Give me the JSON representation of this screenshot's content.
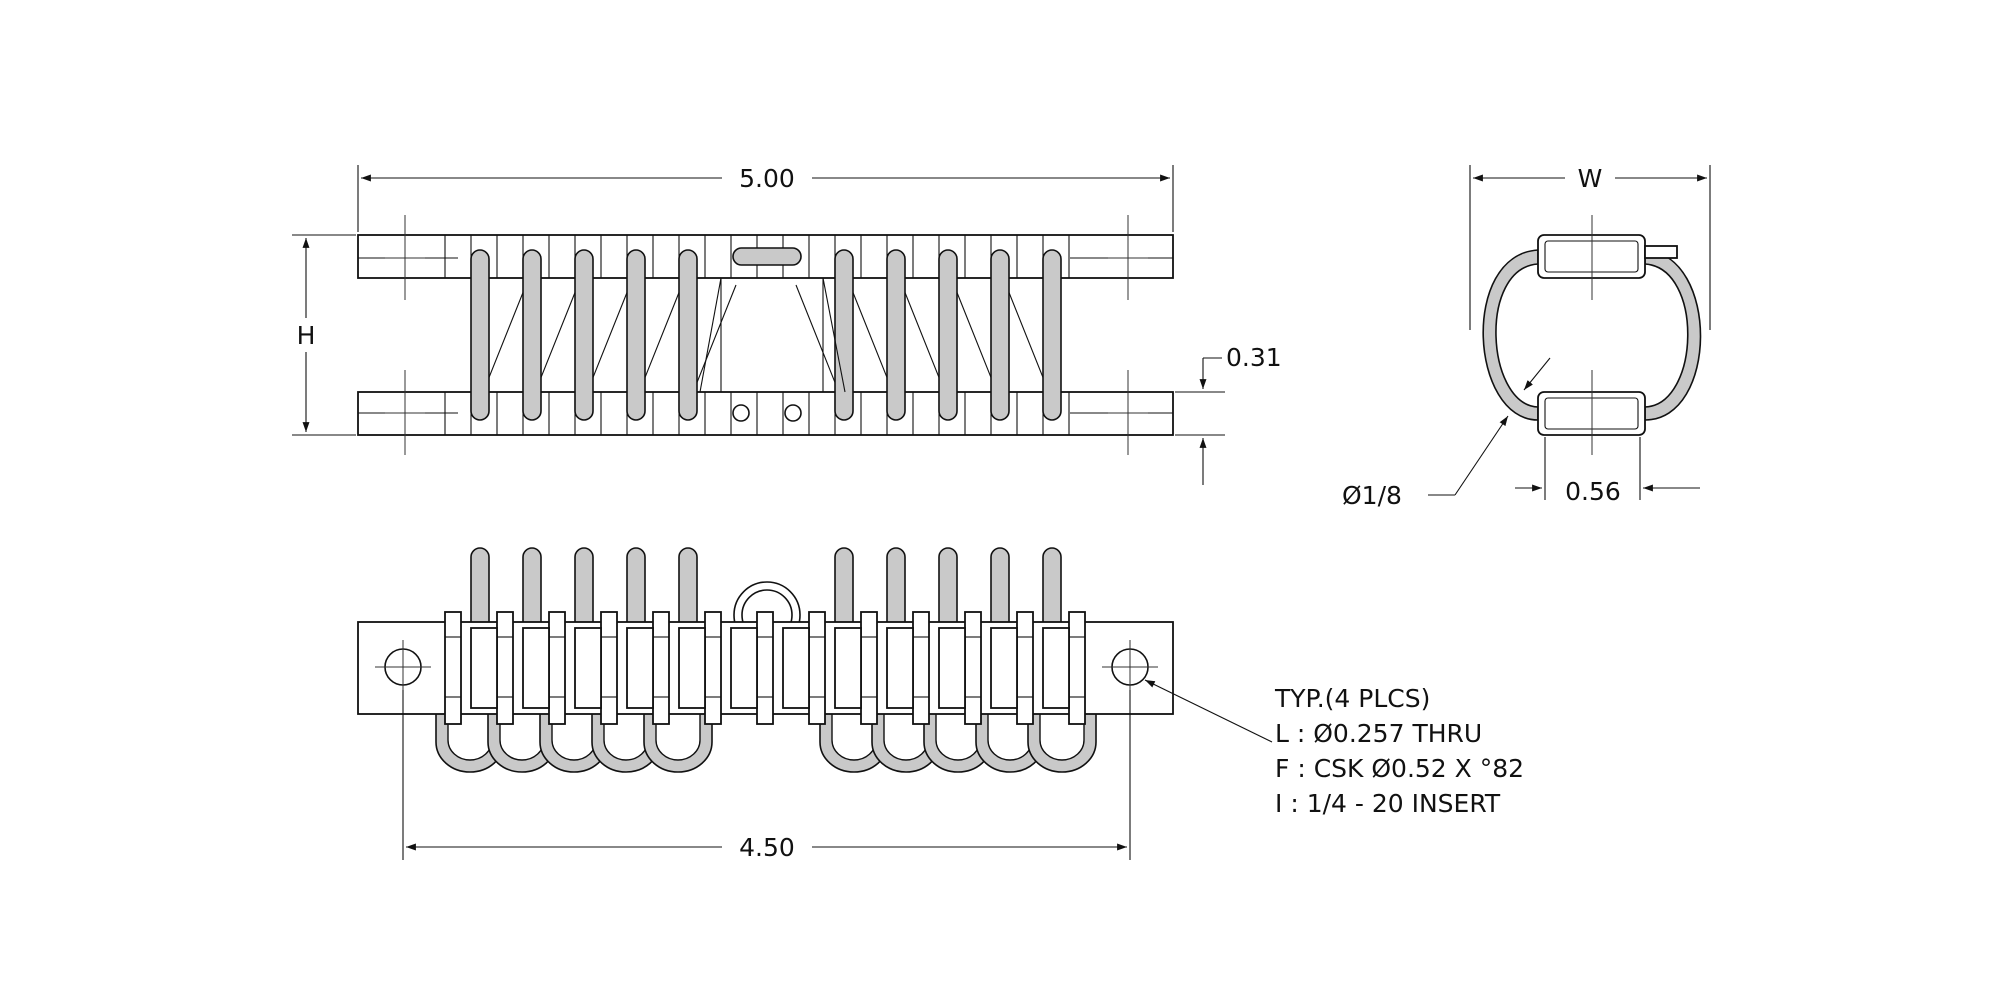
{
  "dimensions": {
    "overall_length": "5.00",
    "height": "H",
    "plate_thickness": "0.31",
    "width": "W",
    "wire_diameter": "Ø1/8",
    "plate_width": "0.56",
    "hole_spacing": "4.50"
  },
  "note": {
    "line1": "TYP.(4 PLCS)",
    "line2": "L : Ø0.257 THRU",
    "line3": "F : CSK Ø0.52 X °82",
    "line4": "I : 1/4 - 20 INSERT"
  },
  "colors": {
    "line": "#111111",
    "wire_fill": "#c9c9c9",
    "background": "#ffffff"
  }
}
